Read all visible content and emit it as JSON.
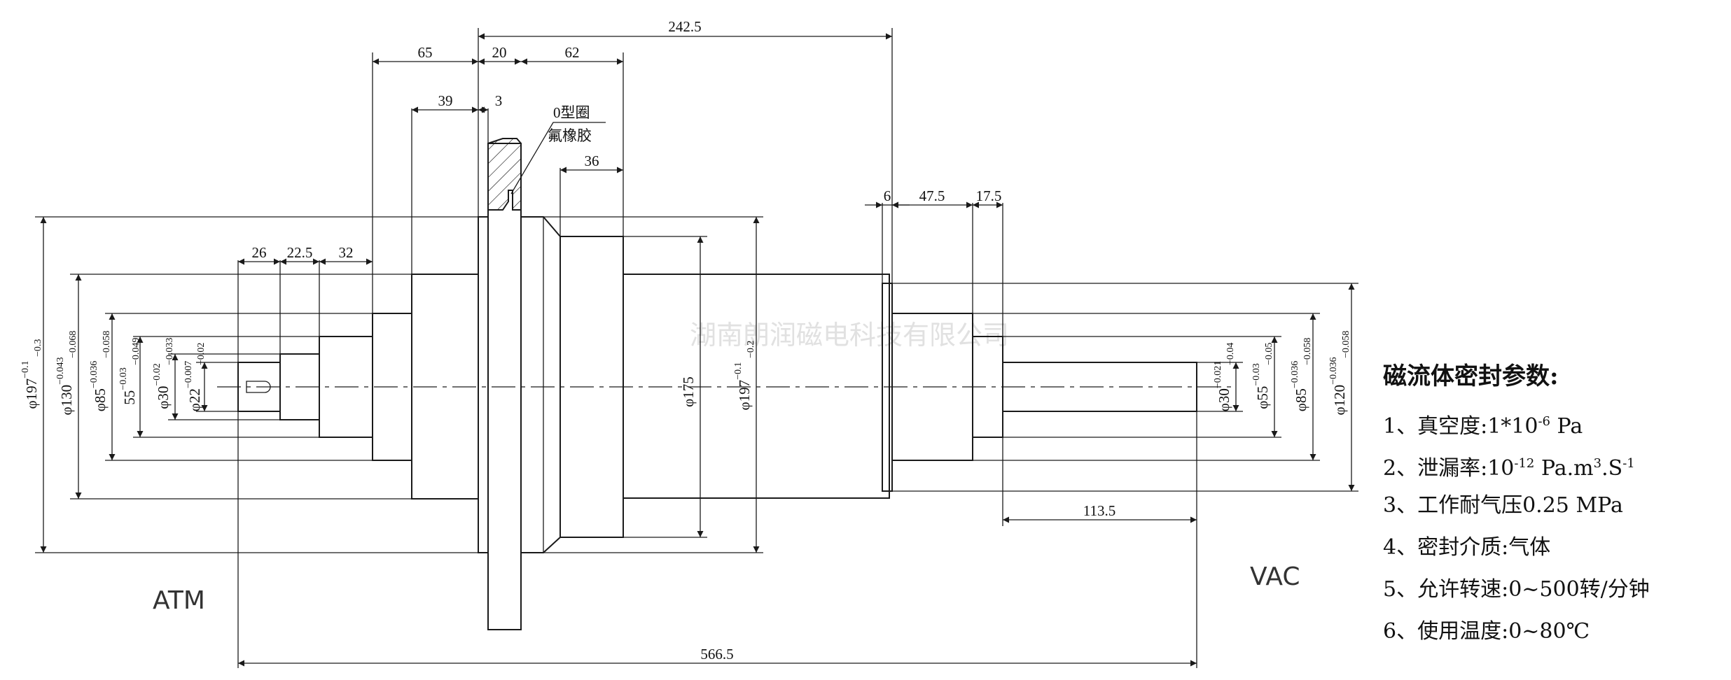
{
  "watermark": "湖南朗润磁电科技有限公司",
  "zones": {
    "atm": "ATM",
    "vac": "VAC"
  },
  "top_dims": {
    "d242_5": "242.5",
    "d65": "65",
    "d20": "20",
    "d62": "62",
    "d39": "39",
    "d3": "3",
    "d36": "36",
    "d26": "26",
    "d22_5": "22.5",
    "d32": "32",
    "d6": "6",
    "d47_5": "47.5",
    "d17_5": "17.5"
  },
  "bottom_dims": {
    "d113_5": "113.5",
    "d566_5": "566.5"
  },
  "oring": {
    "line1": "0型圈",
    "line2": "氟橡胶"
  },
  "diameters": {
    "phi197_left": {
      "base": "φ197",
      "upper": "−0.1",
      "lower": "−0.3"
    },
    "phi130": {
      "base": "φ130",
      "upper": "−0.043",
      "lower": "−0.068"
    },
    "phi85_left": {
      "base": "φ85",
      "upper": "−0.036",
      "lower": "−0.058"
    },
    "phi55_left": {
      "base": "55",
      "upper": "−0.03",
      "lower": "−0.049"
    },
    "phi30_left": {
      "base": "φ30",
      "upper": "−0.02",
      "lower": "−0.033"
    },
    "phi22": {
      "base": "φ22",
      "upper": "−0.007",
      "lower": "−0.02"
    },
    "phi175": {
      "base": "φ175",
      "upper": "",
      "lower": ""
    },
    "phi197_mid": {
      "base": "φ197",
      "upper": "−0.1",
      "lower": "−0.2"
    },
    "phi30_right": {
      "base": "φ30",
      "upper": "−0.021",
      "lower": "−0.04"
    },
    "phi55_right": {
      "base": "φ55",
      "upper": "−0.03",
      "lower": "−0.05"
    },
    "phi85_right": {
      "base": "φ85",
      "upper": "−0.036",
      "lower": "−0.058"
    },
    "phi120": {
      "base": "φ120",
      "upper": "−0.036",
      "lower": "−0.058"
    }
  },
  "params": {
    "title": "磁流体密封参数:",
    "vacuum": {
      "label": "1、真空度:",
      "prefix": "1*10",
      "exp": "-6",
      "suffix": " Pa"
    },
    "leak": {
      "label": "2、泄漏率:",
      "prefix": "10",
      "exp": "-12",
      "mid": " Pa.m",
      "exp2": "3",
      "mid2": ".S",
      "exp3": "-1"
    },
    "pressure": "3、工作耐气压0.25 MPa",
    "medium": "4、密封介质:气体",
    "speed": "5、允许转速:0~500转/分钟",
    "temp": "6、使用温度:0~80℃"
  }
}
